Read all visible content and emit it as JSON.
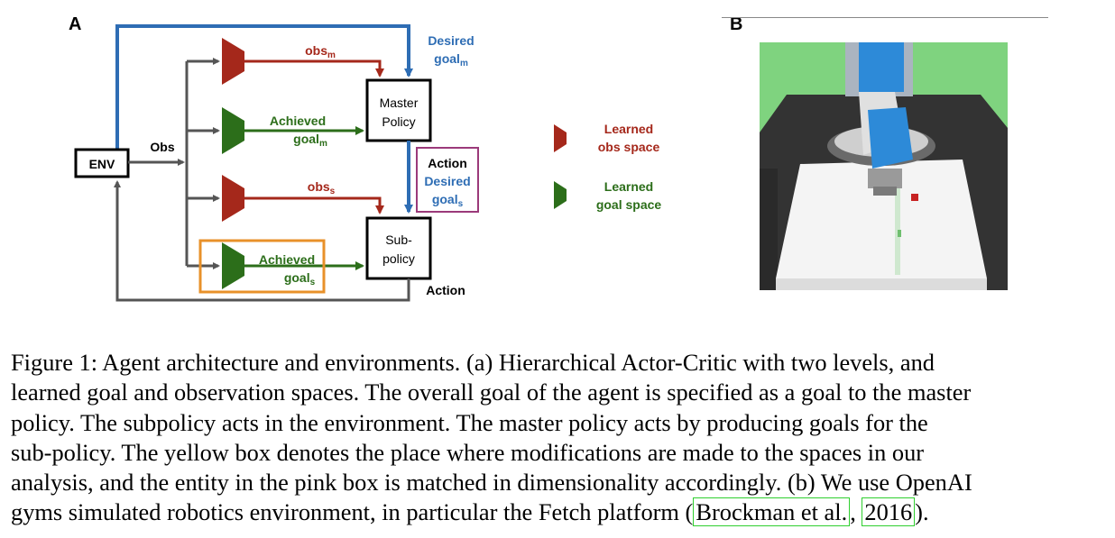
{
  "panels": {
    "a_label": "A",
    "b_label": "B"
  },
  "diagram": {
    "env_label": "ENV",
    "obs_label": "Obs",
    "obs_m": {
      "base": "obs",
      "sub": "m"
    },
    "obs_s": {
      "base": "obs",
      "sub": "s"
    },
    "achieved_m": {
      "line1": "Achieved",
      "line2_base": "goal",
      "line2_sub": "m"
    },
    "achieved_s": {
      "line1": "Achieved",
      "line2_base": "goal",
      "line2_sub": "s"
    },
    "desired_m": {
      "line1": "Desired",
      "line2_base": "goal",
      "line2_sub": "m"
    },
    "master_policy": {
      "line1": "Master",
      "line2": "Policy"
    },
    "sub_policy": {
      "line1": "Sub-",
      "line2": "policy"
    },
    "pink_box": {
      "line1": "Action",
      "line2": "Desired",
      "line3_base": "goal",
      "line3_sub": "s"
    },
    "action_label": "Action",
    "legend": {
      "obs": {
        "line1": "Learned",
        "line2": "obs space"
      },
      "goal": {
        "line1": "Learned",
        "line2": "goal space"
      }
    },
    "colors": {
      "obs": "#a5281b",
      "goal": "#2c6e1a",
      "desired": "#2e6db4",
      "gray": "#555555",
      "yellow_box": "#e8912a",
      "pink_box": "#9b3a7a"
    }
  },
  "caption": {
    "lines": [
      "Figure 1: Agent architecture and environments. (a) Hierarchical Actor-Critic with two levels, and",
      "learned goal and observation spaces. The overall goal of the agent is specified as a goal to the master",
      "policy. The subpolicy acts in the environment. The master policy acts by producing goals for the",
      "sub-policy. The yellow box denotes the place where modifications are made to the spaces in our",
      "analysis, and the entity in the pink box is matched in dimensionality accordingly. (b) We use OpenAI"
    ],
    "last_prefix": "gyms simulated robotics environment, in particular the Fetch platform (",
    "cite_author": "Brockman et al.",
    "cite_sep": ", ",
    "cite_year": "2016",
    "last_suffix": ")."
  }
}
